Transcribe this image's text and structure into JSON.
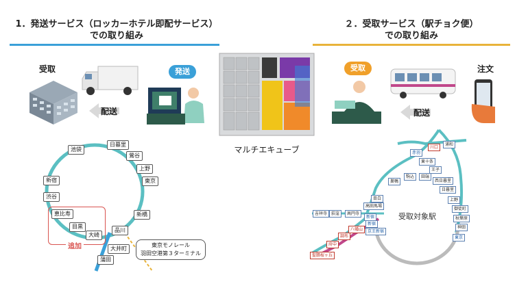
{
  "left": {
    "title_line1": "1．発送サービス（ロッカーホテル即配サービス）",
    "title_line2": "での取り組み",
    "label_receive": "受取",
    "badge_send": "発送",
    "arrow_label": "配送",
    "added_label": "追加",
    "monorail_line1": "東京モノレール",
    "monorail_line2": "羽田空港第３ターミナル",
    "stations": [
      "日暮里",
      "池袋",
      "鶯谷",
      "上野",
      "新宿",
      "東京",
      "渋谷",
      "新橋",
      "恵比寿",
      "目黒",
      "品川",
      "大崎",
      "大井町",
      "蒲田"
    ]
  },
  "right": {
    "title_line1": "２．受取サービス（駅チョク便）",
    "title_line2": "での取り組み",
    "badge_receive": "受取",
    "label_order": "注文",
    "arrow_label": "配送",
    "target_label": "受取対象駅",
    "stations": [
      "川口",
      "浦和",
      "赤羽",
      "東十条",
      "王子",
      "駒込",
      "田端",
      "西日暮里",
      "日暮里",
      "巣鴨",
      "上野",
      "目白",
      "御徒町",
      "秋葉原",
      "高田馬場",
      "神田",
      "東京",
      "新宿",
      "吉祥寺",
      "荻窪",
      "高円寺",
      "新宿",
      "八幡山",
      "京王新宿",
      "調布",
      "府中",
      "聖蹟桜ヶ丘"
    ]
  },
  "center": {
    "label": "マルチエキューブ"
  },
  "colors": {
    "left_rule": "#3aa0d8",
    "right_rule": "#e8b33a",
    "yamanote": "#5bbfc2",
    "badge_blue": "#3aa0d8",
    "badge_orange": "#f0a02a",
    "added_red": "#d9534f"
  }
}
